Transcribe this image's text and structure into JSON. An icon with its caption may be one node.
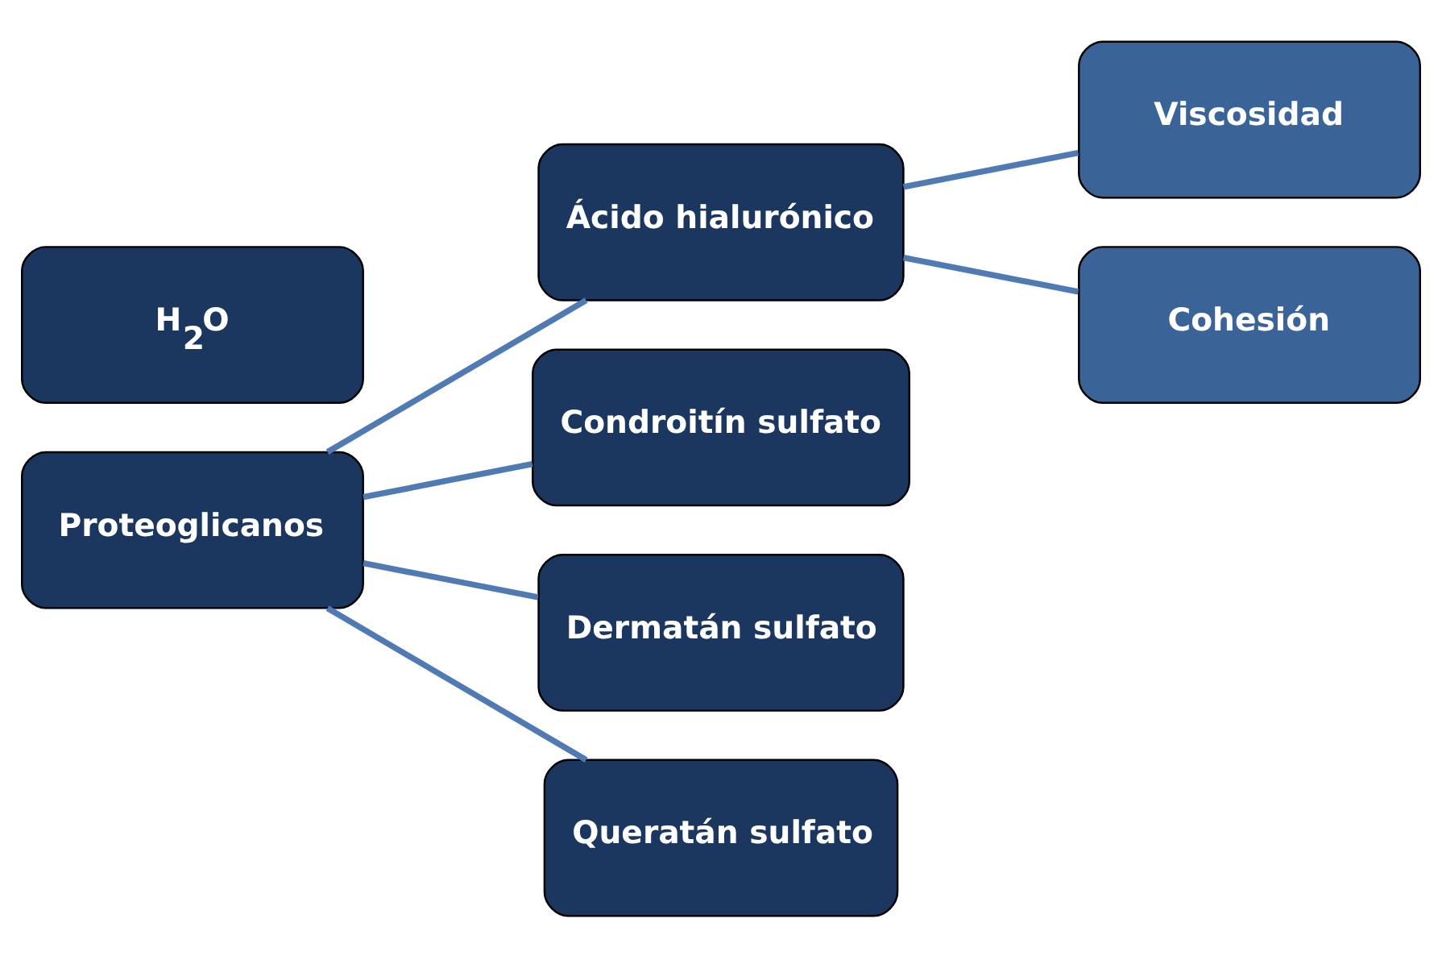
{
  "diagram": {
    "nodes": [
      {
        "text": [
          "H$_{2}$O"
        ]
      },
      {
        "text": [
          "Proteoglicanos"
        ]
      },
      {
        "text": [
          "Ácido hialurónico"
        ]
      },
      {
        "text": [
          "Condroitín sulfato"
        ]
      },
      {
        "text": [
          "Dermatán sulfato"
        ]
      },
      {
        "text": [
          "Queratán sulfato"
        ]
      },
      {
        "text": [
          "Viscosidad"
        ]
      },
      {
        "text": [
          "Cohesión"
        ]
      }
    ],
    "edges": [
      {
        "from": 1,
        "to": 2,
        "arrow": "none"
      },
      {
        "from": 1,
        "to": 3,
        "arrow": "none"
      },
      {
        "from": 1,
        "to": 4,
        "arrow": "none"
      },
      {
        "from": 1,
        "to": 5,
        "arrow": "none"
      },
      {
        "from": 2,
        "to": 6,
        "arrow": "none"
      },
      {
        "from": 2,
        "to": 7,
        "arrow": "none"
      }
    ]
  }
}
